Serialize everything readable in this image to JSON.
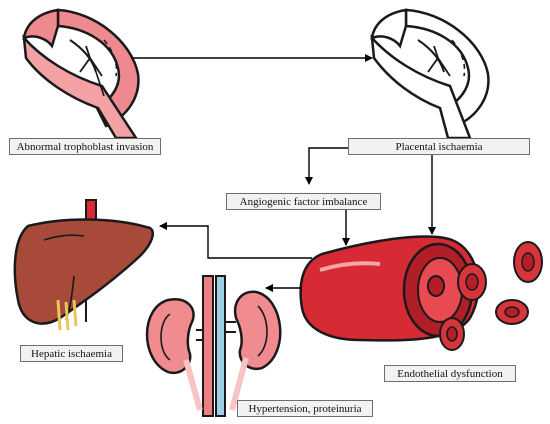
{
  "labels": {
    "trophoblast": "Abnormal trophoblast invasion",
    "placental": "Placental ischaemia",
    "angiogenic": "Angiogenic factor imbalance",
    "hepatic": "Hepatic ischaemia",
    "endothelial": "Endothelial dysfunction",
    "renal": "Hypertension, proteinuria"
  },
  "icons": {
    "placenta_diseased": "placenta-icon",
    "placenta_outline": "placenta-outline-icon",
    "liver": "liver-icon",
    "kidney": "kidneys-icon",
    "vessel": "blood-vessel-icon",
    "rbc": "red-blood-cell-icon"
  },
  "colors": {
    "placenta_fill": "#ee8a8f",
    "placenta_light": "#f7b7b9",
    "outline": "#1a1a1a",
    "liver_fill": "#a84a3a",
    "liver_shade": "#7e2f22",
    "vessel_red": "#d62b35",
    "vessel_dark": "#b11e28",
    "rbc_fill": "#d8343c",
    "kidney_fill": "#f08b8f",
    "kidney_inner": "#f9c3c4",
    "box_bg": "#f2f2f2",
    "box_border": "#6e6e6e",
    "arrow": "#000000"
  }
}
